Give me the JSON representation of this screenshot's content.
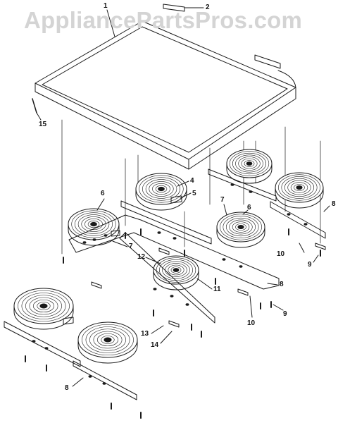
{
  "watermark": "AppliancePartsPros.com",
  "callouts": {
    "c1": "1",
    "c2": "2",
    "c4": "4",
    "c5": "5",
    "c6a": "6",
    "c6b": "6",
    "c7a": "7",
    "c7b": "7",
    "c8a": "8",
    "c8b": "8",
    "c8c": "8",
    "c9a": "9",
    "c9b": "9",
    "c10a": "10",
    "c10b": "10",
    "c11": "11",
    "c12": "12",
    "c13": "13",
    "c14": "14",
    "c15": "15"
  },
  "colors": {
    "line": "#1a1a1a",
    "watermark": "#d4d4d4",
    "background": "#ffffff"
  }
}
